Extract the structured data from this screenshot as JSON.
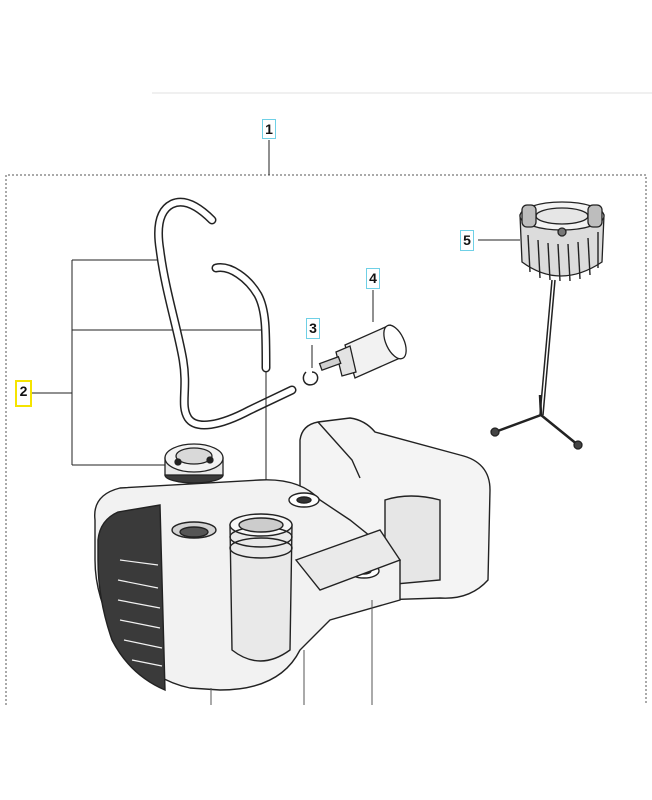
{
  "callouts": {
    "c1": "1",
    "c2": "2",
    "c3": "3",
    "c4": "4",
    "c5": "5"
  },
  "colors": {
    "callout_border": "#6fd0e6",
    "callout_highlight": "#f5e400",
    "line": "#222222",
    "fill_light": "#f2f2f2",
    "fill_dark": "#3a3a3a"
  }
}
